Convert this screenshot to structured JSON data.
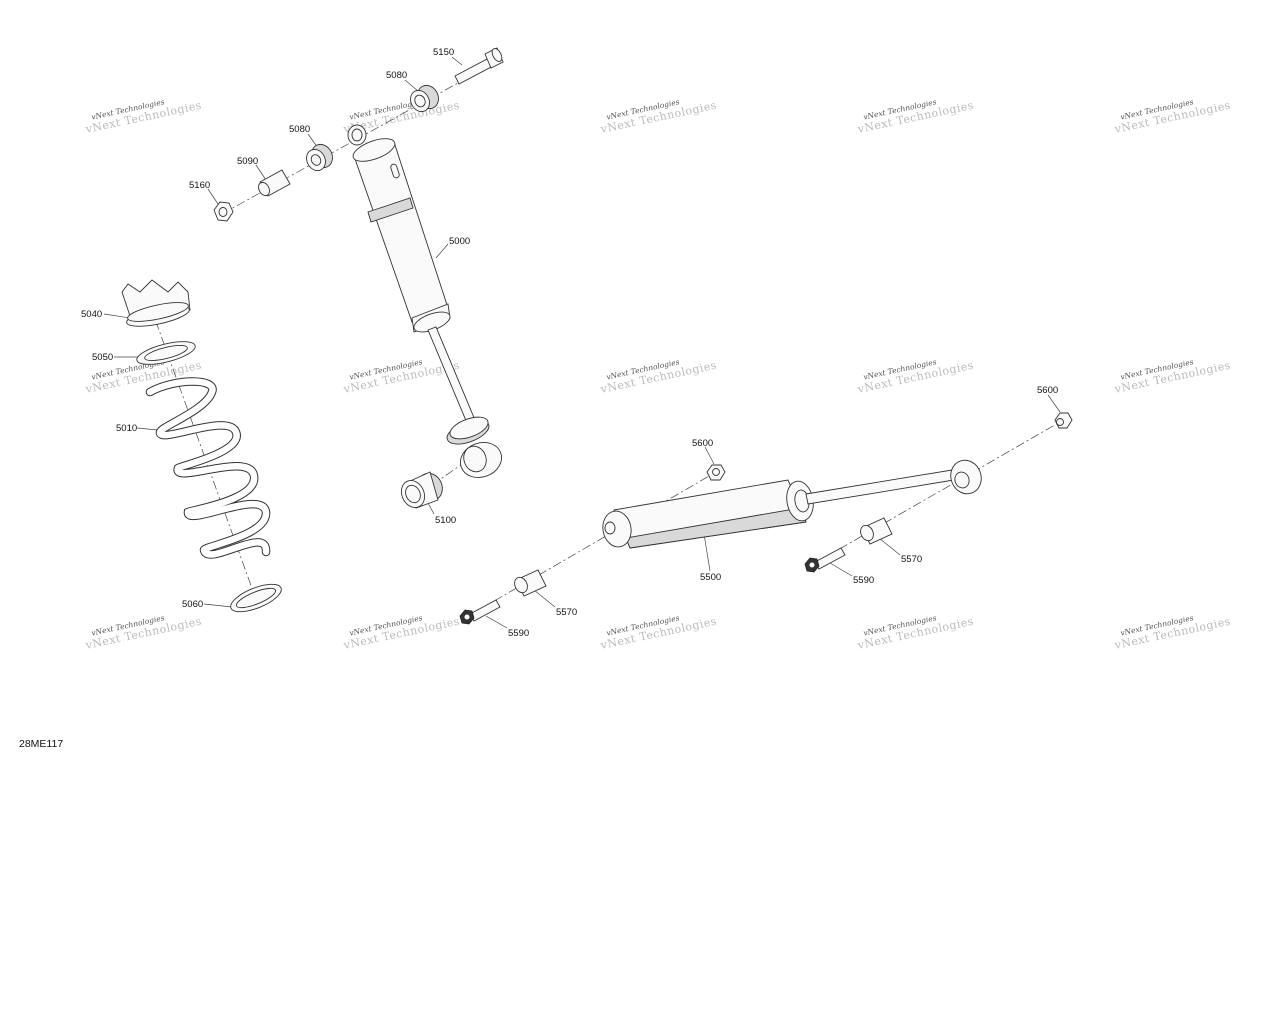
{
  "figure_id": "28ME117",
  "watermark": {
    "line1": "vNext Technologies",
    "line2": "vNext Technologies"
  },
  "callouts": {
    "p5150": "5150",
    "p5080a": "5080",
    "p5080b": "5080",
    "p5090": "5090",
    "p5160": "5160",
    "p5000": "5000",
    "p5040": "5040",
    "p5050": "5050",
    "p5010": "5010",
    "p5060": "5060",
    "p5100": "5100",
    "p5600a": "5600",
    "p5600b": "5600",
    "p5500": "5500",
    "p5570a": "5570",
    "p5570b": "5570",
    "p5590a": "5590",
    "p5590b": "5590"
  }
}
